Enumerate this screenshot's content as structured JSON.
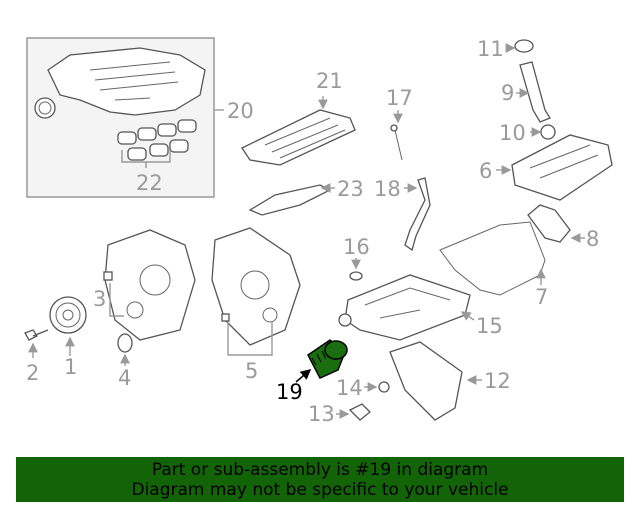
{
  "diagram": {
    "callouts": [
      "1",
      "2",
      "3",
      "4",
      "5",
      "6",
      "7",
      "8",
      "9",
      "10",
      "11",
      "12",
      "13",
      "14",
      "15",
      "16",
      "17",
      "18",
      "19",
      "20",
      "21",
      "22",
      "23"
    ],
    "highlighted": "19",
    "highlight_color": "#1a6e10"
  },
  "banner": {
    "line1": "Part or sub-assembly is #19 in diagram",
    "line2": "Diagram may not be specific to your vehicle",
    "color": "#136307"
  }
}
